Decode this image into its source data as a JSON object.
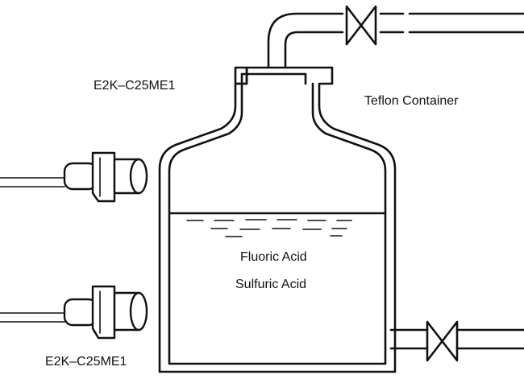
{
  "labels": {
    "sensor_top": "E2K–C25ME1",
    "sensor_bottom": "E2K–C25ME1",
    "container": "Teflon Container",
    "liquid_1": "Fluoric Acid",
    "liquid_2": "Sulfuric Acid"
  },
  "icons": {
    "valve": "valve-icon",
    "sensor": "capacitive-sensor-icon"
  }
}
